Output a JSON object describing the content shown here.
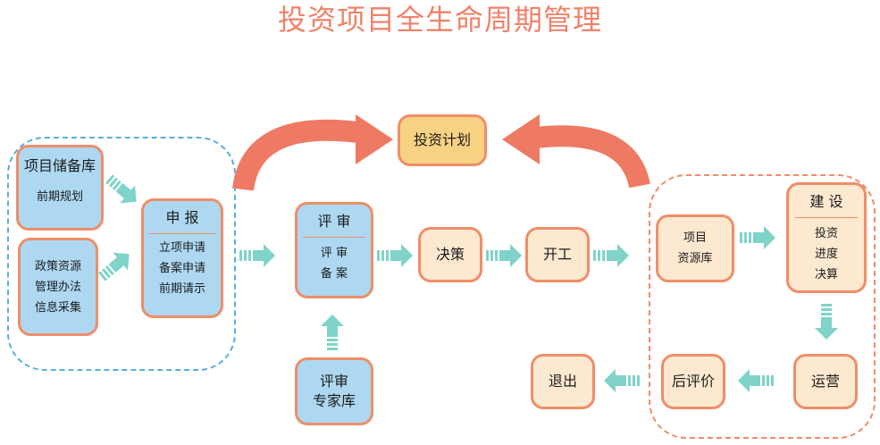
{
  "title": "投资项目全生命周期管理",
  "plan": "投资计划",
  "nodes": {
    "reserve": {
      "title": "项目储备库",
      "sub": "前期规划"
    },
    "policy": {
      "lines": [
        "政策资源",
        "管理办法",
        "信息采集"
      ]
    },
    "declare": {
      "title": "申  报",
      "lines": [
        "立项申请",
        "备案申请",
        "前期请示"
      ]
    },
    "review": {
      "title": "评  审",
      "lines": [
        "评  审",
        "备  案"
      ]
    },
    "expert": {
      "lines": [
        "评审",
        "专家库"
      ]
    },
    "decision": "决策",
    "start": "开工",
    "resource": {
      "lines": [
        "项目",
        "资源库"
      ]
    },
    "build": {
      "title": "建  设",
      "lines": [
        "投资",
        "进度",
        "决算"
      ]
    },
    "operate": "运营",
    "post_eval": "后评价",
    "exit": "退出"
  },
  "colors": {
    "title": "#f0826a",
    "box_border": "#ee8e68",
    "blue_fill": "#aed8f2",
    "peach_fill": "#fde8d0",
    "gold_fill": "#f8d283",
    "arrow_teal": "#7fd3c8",
    "big_arrow": "#ee7a63",
    "group_left": "#5aaee0",
    "group_right": "#ee8e68"
  }
}
